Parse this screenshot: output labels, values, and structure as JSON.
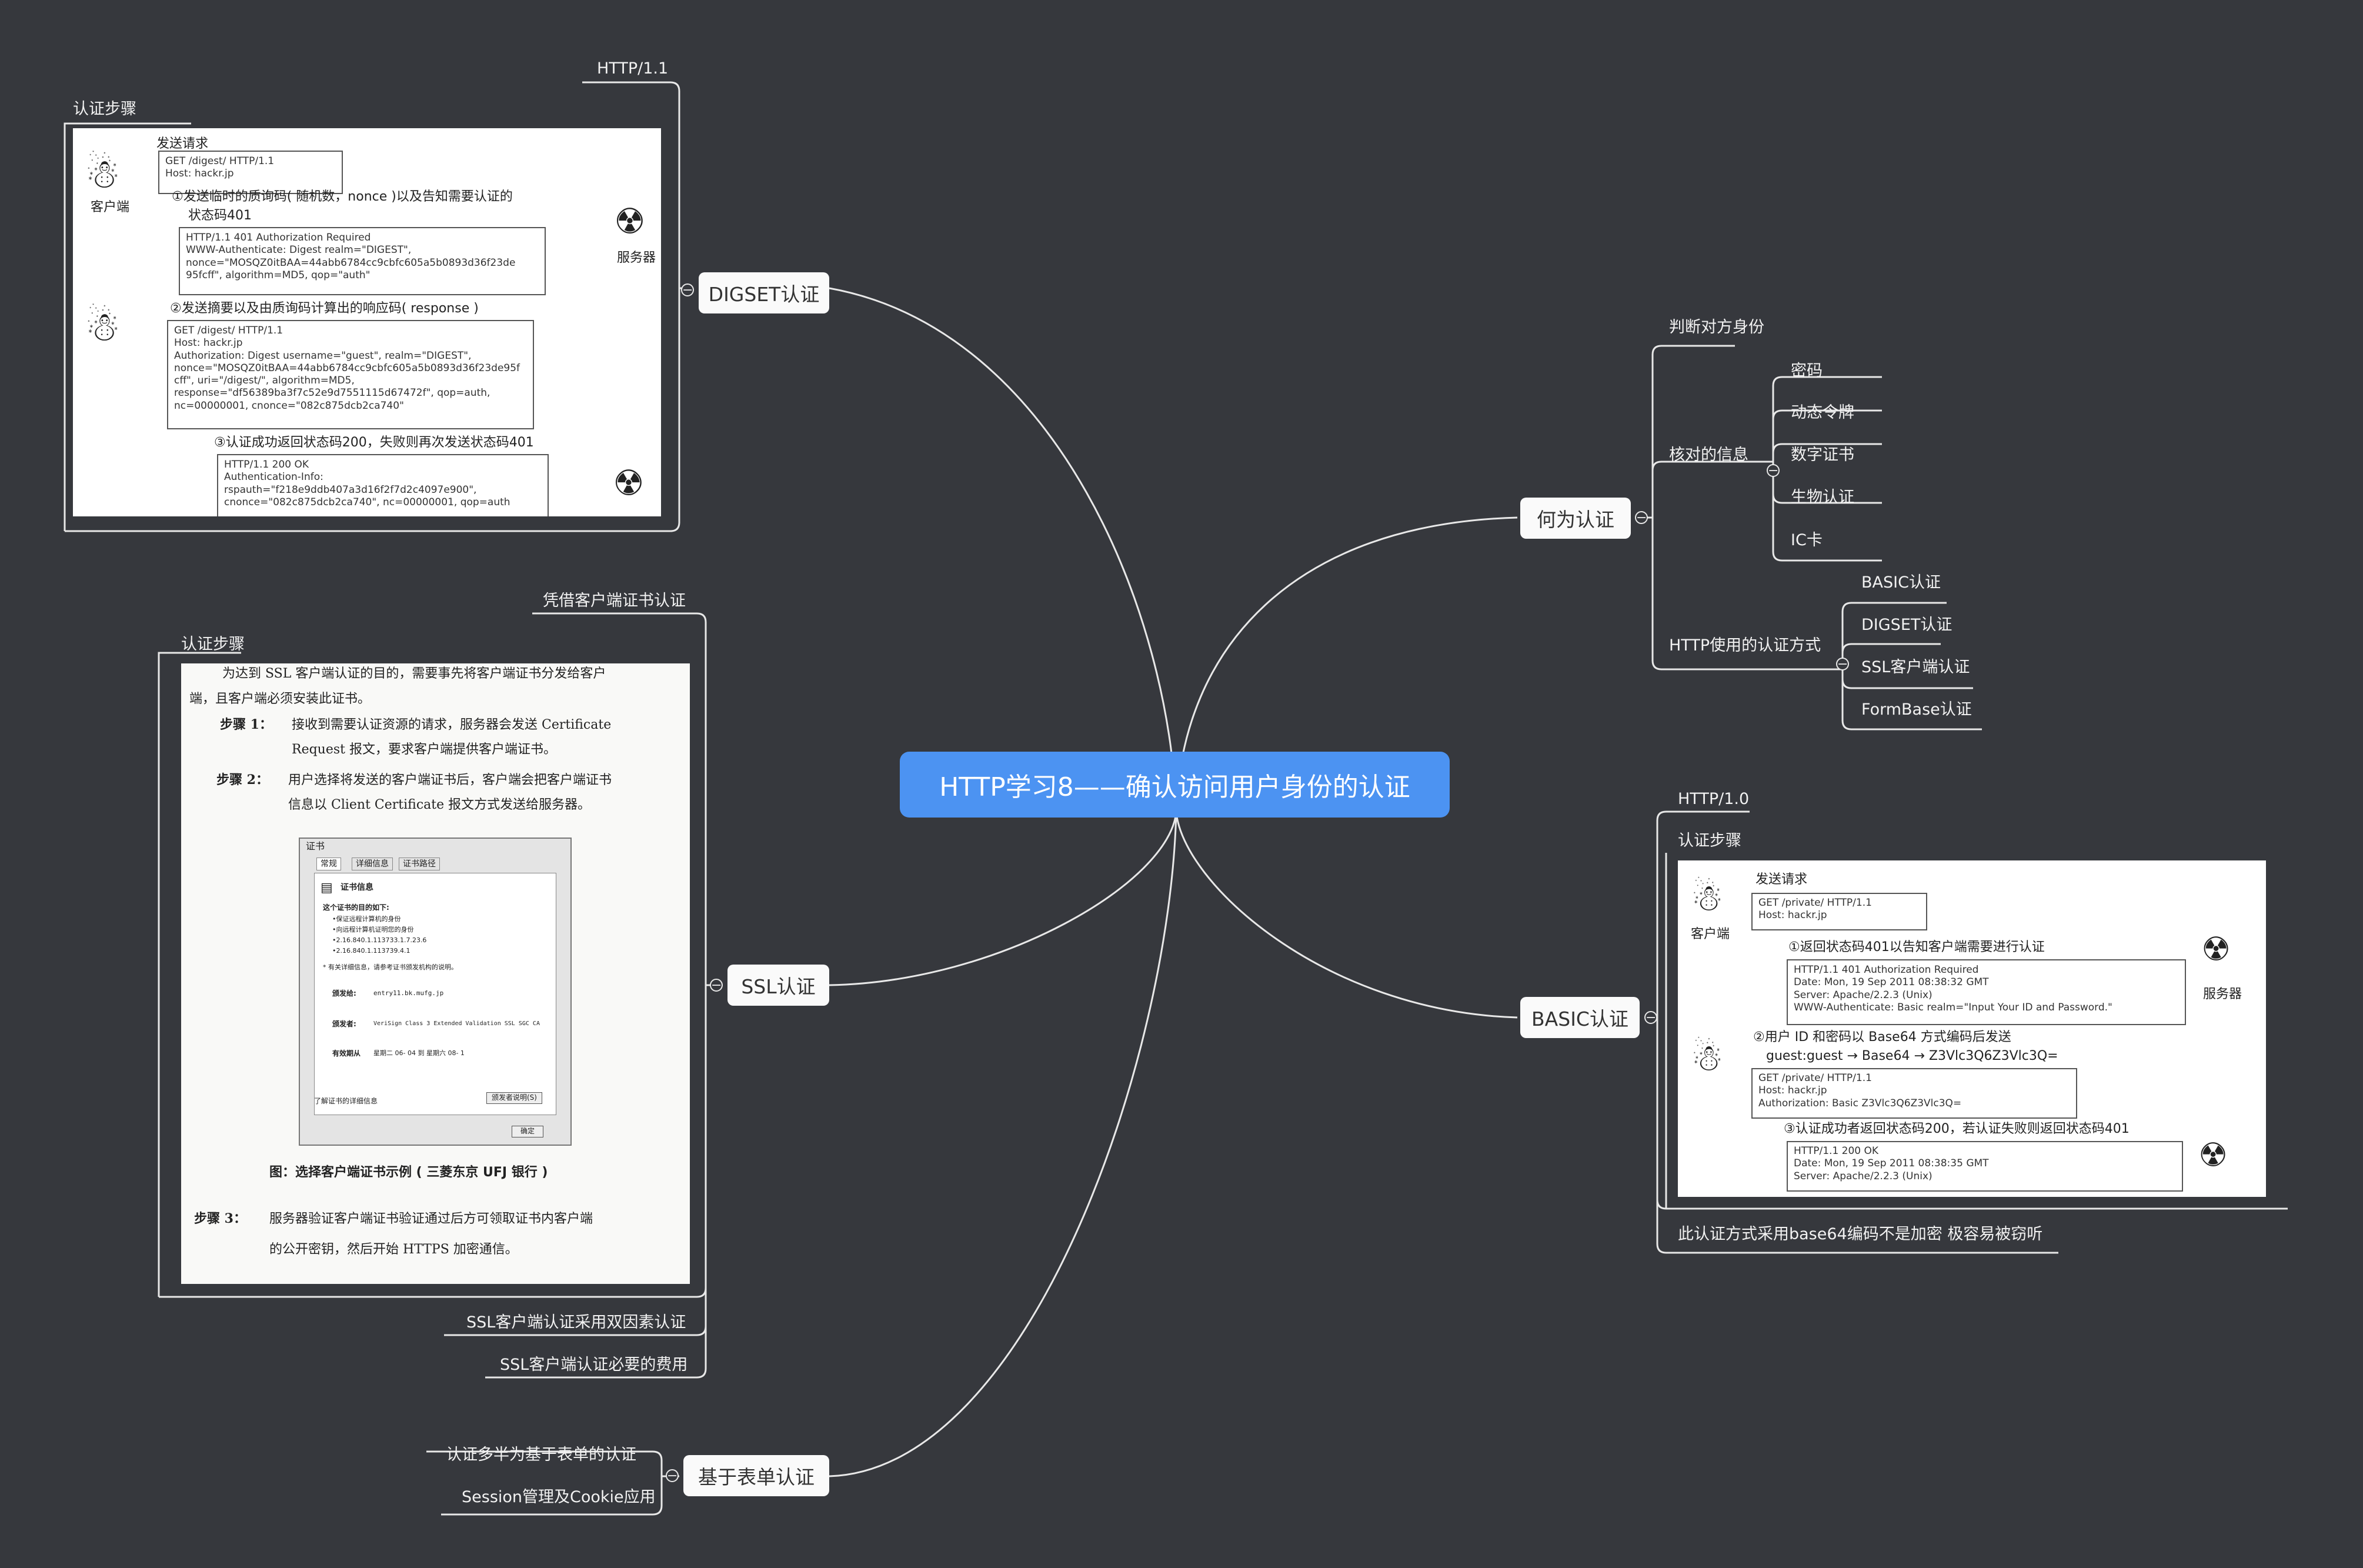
{
  "root": {
    "title": "HTTP学习8——确认访问用户身份的认证"
  },
  "colors": {
    "background": "#36383d",
    "root": "#4c93f2",
    "node": "#fafafa",
    "line": "#e8e8e8"
  },
  "left": {
    "digest": {
      "label": "DIGSET认证",
      "version": "HTTP/1.1",
      "steps_title": "认证步骤",
      "image": {
        "client_label": "客户端",
        "server_label": "服务器",
        "send_request": "发送请求",
        "req_lines": [
          "GET /digest/ HTTP/1.1",
          "Host: hackr.jp"
        ],
        "step1": "①发送临时的质询码( 随机数，nonce )以及告知需要认证的",
        "step1b": "状态码401",
        "resp1_lines": [
          "HTTP/1.1 401 Authorization Required",
          "WWW-Authenticate: Digest realm=\"DIGEST\",",
          "nonce=\"MOSQZ0itBAA=44abb6784cc9cbfc605a5b0893d36f23de",
          "95fcff\", algorithm=MD5, qop=\"auth\""
        ],
        "step2": "②发送摘要以及由质询码计算出的响应码( response )",
        "req2_lines": [
          "GET /digest/ HTTP/1.1",
          "Host: hackr.jp",
          "Authorization: Digest username=\"guest\", realm=\"DIGEST\",",
          "nonce=\"MOSQZ0itBAA=44abb6784cc9cbfc605a5b0893d36f23de95f",
          "cff\", uri=\"/digest/\", algorithm=MD5,",
          "response=\"df56389ba3f7c52e9d7551115d67472f\", qop=auth,",
          "nc=00000001, cnonce=\"082c875dcb2ca740\""
        ],
        "step3": "③认证成功返回状态码200，失败则再次发送状态码401",
        "resp3_lines": [
          "HTTP/1.1 200 OK",
          "Authentication-Info:",
          "rspauth=\"f218e9ddb407a3d16f2f7d2c4097e900\",",
          "cnonce=\"082c875dcb2ca740\", nc=00000001, qop=auth"
        ]
      }
    },
    "ssl": {
      "label": "SSL认证",
      "title": "凭借客户端证书认证",
      "steps_title": "认证步骤",
      "notes": [
        "SSL客户端认证采用双因素认证",
        "SSL客户端认证必要的费用"
      ],
      "image": {
        "intro1": "为达到 SSL 客户端认证的目的，需要事先将客户端证书分发给客户",
        "intro2": "端，且客户端必须安装此证书。",
        "s1_label": "步骤 1：",
        "s1a": "接收到需要认证资源的请求，服务器会发送 Certificate",
        "s1b": "Request 报文，要求客户端提供客户端证书。",
        "s2_label": "步骤 2：",
        "s2a": "用户选择将发送的客户端证书后，客户端会把客户端证书",
        "s2b": "信息以 Client Certificate 报文方式发送给服务器。",
        "dlg_title": "证书",
        "dlg_tabs": [
          "常规",
          "详细信息",
          "证书路径"
        ],
        "dlg_header": "证书信息",
        "dlg_purpose": "这个证书的目的如下:",
        "dlg_items": [
          "•保证远程计算机的身份",
          "•向远程计算机证明您的身份",
          "•2.16.840.1.113733.1.7.23.6",
          "•2.16.840.1.113739.4.1"
        ],
        "dlg_note": "* 有关详细信息，请参考证书颁发机构的说明。",
        "dlg_issued_to_label": "颁发给:",
        "dlg_issued_to": "entry11.bk.mufg.jp",
        "dlg_issued_by_label": "颁发者:",
        "dlg_issued_by": "VeriSign Class 3 Extended Validation SSL SGC CA",
        "dlg_valid_label": "有效期从",
        "dlg_valid": "星期二  06- 04 到  星期六  08- 1",
        "dlg_stmt_button": "颁发者说明(S)",
        "dlg_more": "了解证书的详细信息",
        "dlg_ok": "确定",
        "caption": "图：选择客户端证书示例 ( 三菱东京 UFJ 银行 )",
        "s3_label": "步骤 3：",
        "s3a": "服务器验证客户端证书验证通过后方可领取证书内客户端",
        "s3b": "的公开密钥，然后开始 HTTPS 加密通信。"
      }
    },
    "form": {
      "label": "基于表单认证",
      "notes": [
        "认证多半为基于表单的认证",
        "Session管理及Cookie应用"
      ]
    }
  },
  "right": {
    "what": {
      "label": "何为认证",
      "judge": "判断对方身份",
      "verify_label": "核对的信息",
      "verify_items": [
        "密码",
        "动态令牌",
        "数字证书",
        "生物认证",
        "IC卡"
      ],
      "methods_label": "HTTP使用的认证方式",
      "methods": [
        "BASIC认证",
        "DIGSET认证",
        "SSL客户端认证",
        "FormBase认证"
      ]
    },
    "basic": {
      "label": "BASIC认证",
      "version": "HTTP/1.0",
      "steps_title": "认证步骤",
      "note": "此认证方式采用base64编码不是加密 极容易被窃听",
      "image": {
        "client_label": "客户端",
        "server_label": "服务器",
        "send_request": "发送请求",
        "req_lines": [
          "GET /private/ HTTP/1.1",
          "Host: hackr.jp"
        ],
        "step1": "①返回状态码401以告知客户端需要进行认证",
        "resp1_lines": [
          "HTTP/1.1 401 Authorization Required",
          "Date: Mon, 19 Sep 2011 08:38:32 GMT",
          "Server: Apache/2.2.3 (Unix)",
          "WWW-Authenticate: Basic realm=\"Input Your ID and Password.\""
        ],
        "step2": "②用户 ID 和密码以 Base64 方式编码后发送",
        "step2b": "guest:guest → Base64 → Z3Vlc3Q6Z3Vlc3Q=",
        "req2_lines": [
          "GET /private/ HTTP/1.1",
          "Host: hackr.jp",
          "Authorization: Basic Z3Vlc3Q6Z3Vlc3Q="
        ],
        "step3": "③认证成功者返回状态码200，若认证失败则返回状态码401",
        "resp3_lines": [
          "HTTP/1.1 200 OK",
          "Date: Mon, 19 Sep 2011 08:38:35 GMT",
          "Server: Apache/2.2.3 (Unix)"
        ]
      }
    }
  }
}
